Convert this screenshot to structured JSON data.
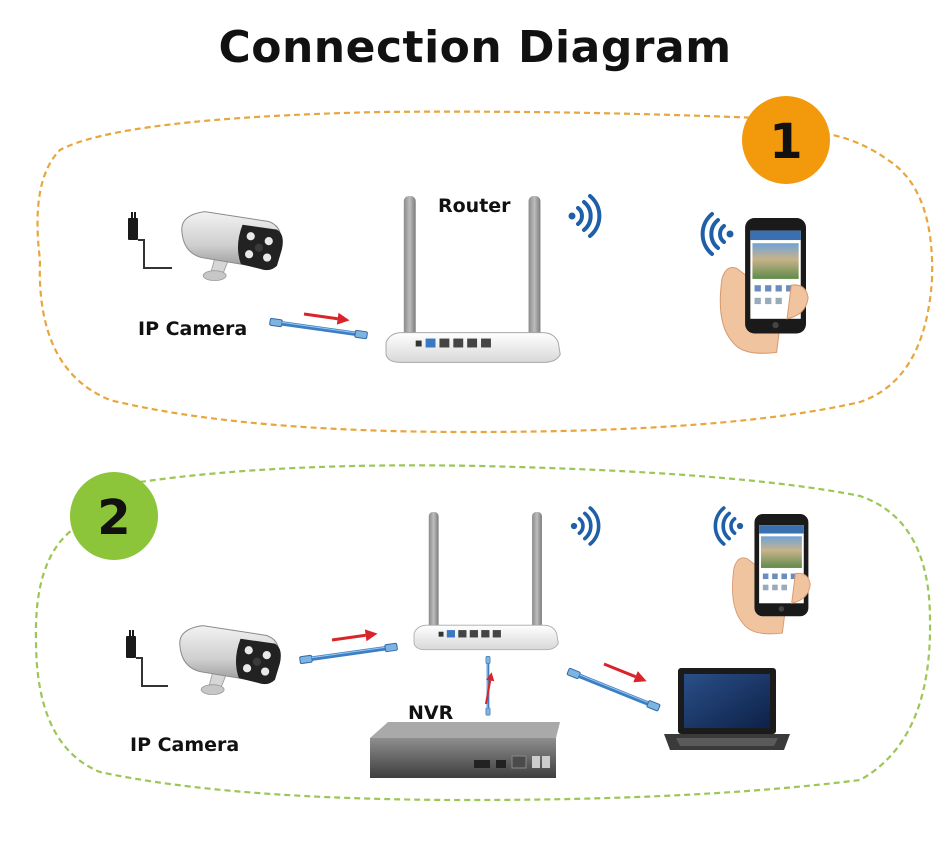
{
  "title": "Connection Diagram",
  "scenario_1": {
    "badge": "1",
    "badge_color": "#f29a0c",
    "border_color": "#e8a63c",
    "camera_label": "IP Camera",
    "router_label": "Router"
  },
  "scenario_2": {
    "badge": "2",
    "badge_color": "#8cc43a",
    "border_color": "#9cc655",
    "camera_label": "IP Camera",
    "nvr_label": "NVR"
  },
  "icons": [
    "power-adapter-icon",
    "ip-camera-icon",
    "ethernet-cable-icon",
    "router-icon",
    "wifi-signal-icon",
    "smartphone-icon",
    "nvr-icon",
    "laptop-icon"
  ],
  "colors": {
    "arrow": "#d9242a",
    "wifi": "#1f5fa8",
    "cable": "#3b7fc4"
  }
}
